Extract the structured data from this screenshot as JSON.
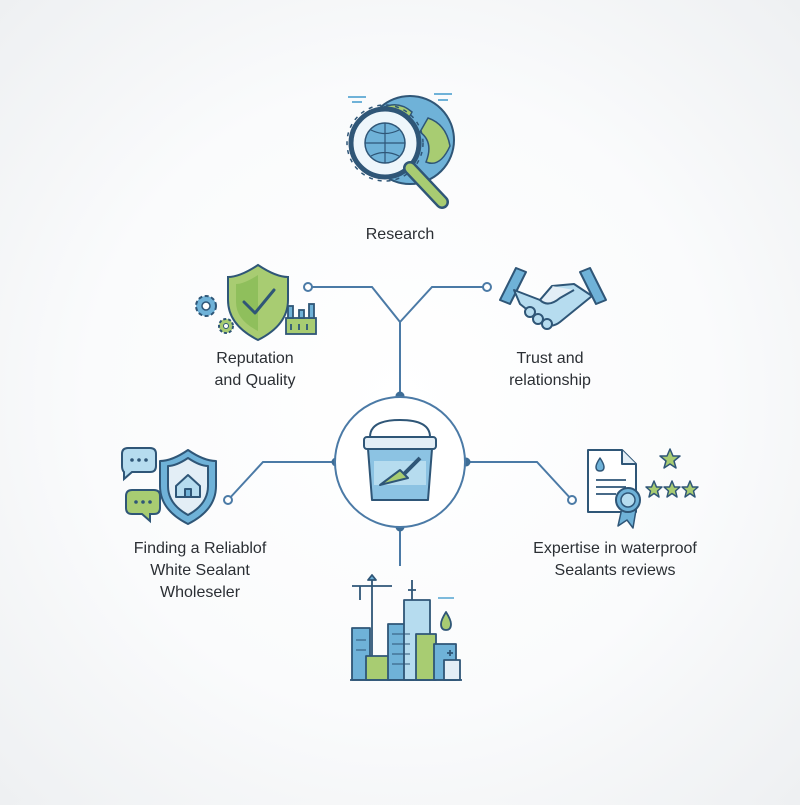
{
  "nodes": {
    "research": {
      "lines": [
        "Research"
      ]
    },
    "reputation": {
      "lines": [
        "Reputation",
        "and Quality"
      ]
    },
    "trust": {
      "lines": [
        "Trust and",
        "relationship"
      ]
    },
    "finding": {
      "lines": [
        "Finding a Reliablof",
        "White Sealant",
        "Wholeseler"
      ]
    },
    "expertise": {
      "lines": [
        "Expertise in waterproof",
        "Sealants reviews"
      ]
    }
  },
  "colors": {
    "line": "#4b7aa6",
    "blue": "#6fb2d8",
    "green": "#a8cc72",
    "outline": "#2f5677"
  }
}
